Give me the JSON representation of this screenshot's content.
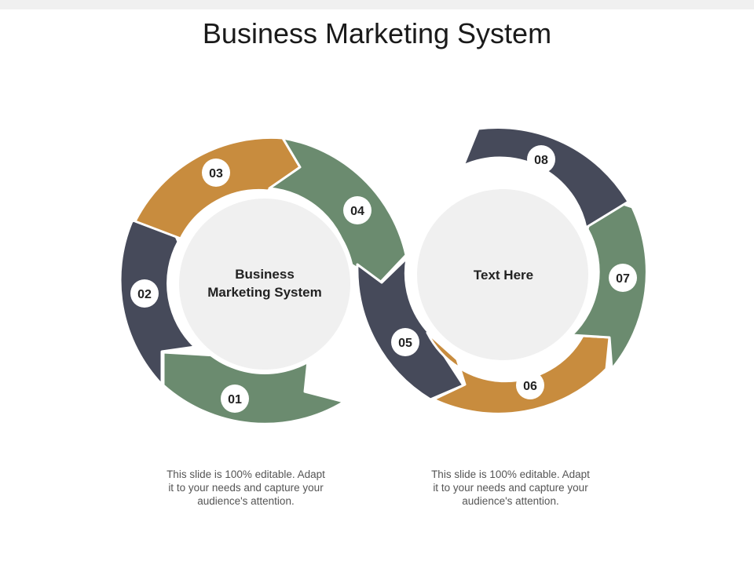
{
  "title": "Business Marketing System",
  "colors": {
    "green": "#6b8b6f",
    "navy": "#464a5a",
    "orange": "#c88c3e",
    "center": "#f0f0f0",
    "badge": "#ffffff"
  },
  "left_cycle": {
    "center_line1": "Business",
    "center_line2": "Marketing System",
    "steps": [
      {
        "label": "01",
        "color": "green"
      },
      {
        "label": "02",
        "color": "navy"
      },
      {
        "label": "03",
        "color": "orange"
      },
      {
        "label": "04",
        "color": "green"
      }
    ],
    "caption": [
      "This slide is 100% editable. Adapt",
      "it to your needs and capture your",
      "audience's attention."
    ]
  },
  "right_cycle": {
    "center_line1": "Text Here",
    "steps": [
      {
        "label": "05",
        "color": "navy"
      },
      {
        "label": "06",
        "color": "orange"
      },
      {
        "label": "07",
        "color": "green"
      },
      {
        "label": "08",
        "color": "navy"
      }
    ],
    "caption": [
      "This slide is 100% editable. Adapt",
      "it to your needs and capture your",
      "audience's attention."
    ]
  }
}
